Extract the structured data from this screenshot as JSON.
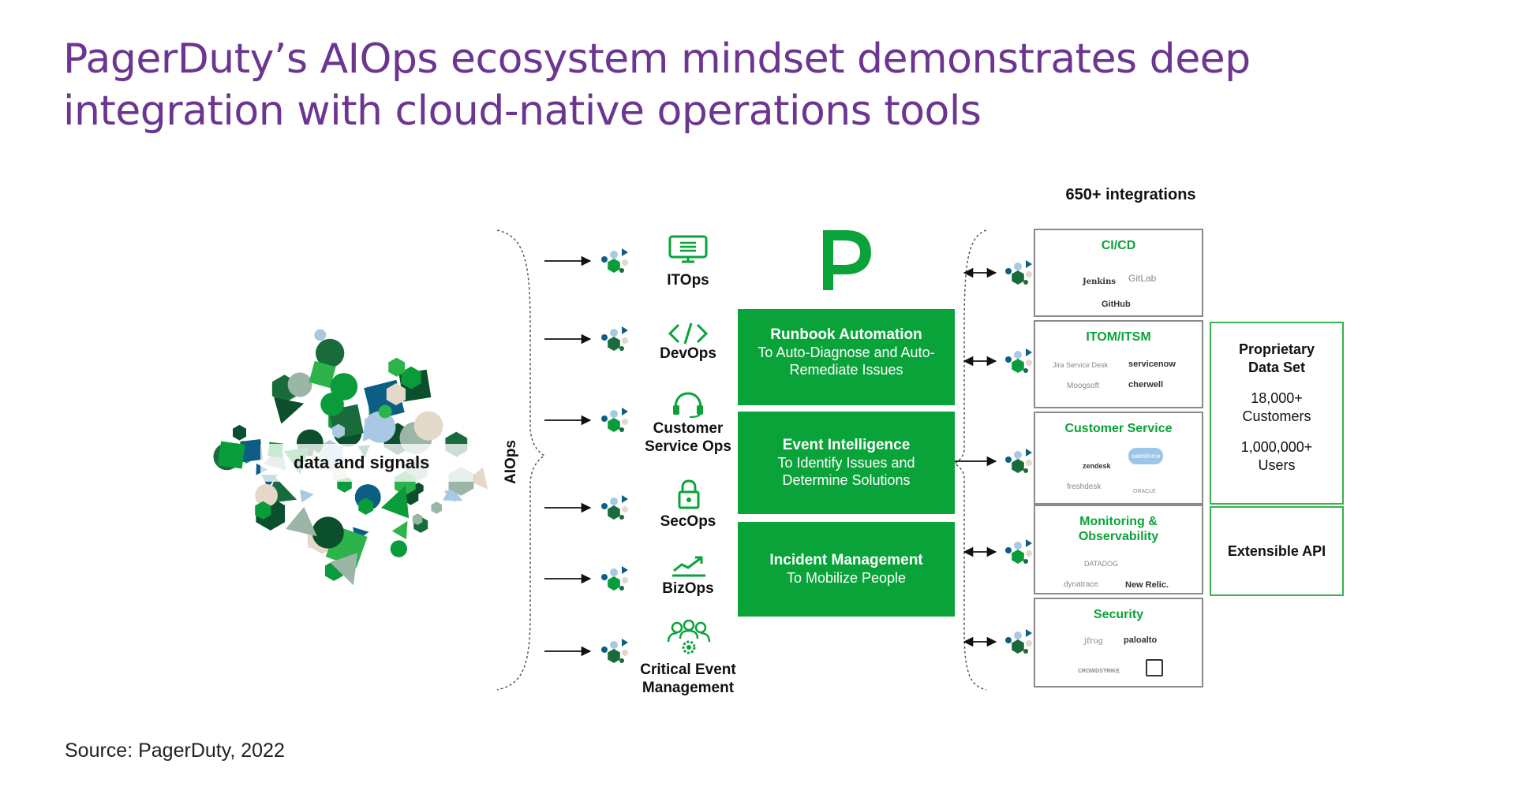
{
  "title": "PagerDuty’s AIOps ecosystem mindset demonstrates deep integration with cloud-native operations tools",
  "source": "Source: PagerDuty, 2022",
  "data_signals_label": "data and signals",
  "aiops_label": "AIOps",
  "brand_color": "#0aa33a",
  "title_color": "#6b3590",
  "ops": [
    {
      "label": "ITOps",
      "icon": "monitor-icon"
    },
    {
      "label": "DevOps",
      "icon": "code-icon"
    },
    {
      "label": "Customer Service Ops",
      "icon": "headset-icon"
    },
    {
      "label": "SecOps",
      "icon": "lock-icon"
    },
    {
      "label": "BizOps",
      "icon": "trend-chart-icon"
    },
    {
      "label": "Critical Event Management",
      "icon": "team-gear-icon"
    }
  ],
  "pagerduty_logo": "pagerduty-p-icon",
  "capabilities": [
    {
      "title": "Runbook Automation",
      "desc": "To Auto-Diagnose and Auto-Remediate Issues"
    },
    {
      "title": "Event Intelligence",
      "desc": "To Identify Issues and Determine Solutions"
    },
    {
      "title": "Incident Management",
      "desc": "To Mobilize People"
    }
  ],
  "integrations_header": "650+ integrations",
  "integrations": [
    {
      "category": "CI/CD",
      "logos": [
        "Jenkins",
        "GitLab",
        "GitHub"
      ]
    },
    {
      "category": "ITOM/ITSM",
      "logos": [
        "Jira Service Desk",
        "servicenow",
        "Moogsoft",
        "cherwell"
      ]
    },
    {
      "category": "Customer Service",
      "logos": [
        "zendesk",
        "salesforce",
        "freshdesk",
        "ORACLE"
      ]
    },
    {
      "category": "Monitoring & Observability",
      "logos": [
        "DATADOG",
        "dynatrace",
        "New Relic."
      ]
    },
    {
      "category": "Security",
      "logos": [
        "jfrog",
        "paloalto",
        "CROWDSTRIKE"
      ]
    }
  ],
  "proprietary": {
    "title": "Proprietary Data Set",
    "customers_num": "18,000+",
    "customers_label": "Customers",
    "users_num": "1,000,000+",
    "users_label": "Users"
  },
  "extensible": "Extensible API"
}
